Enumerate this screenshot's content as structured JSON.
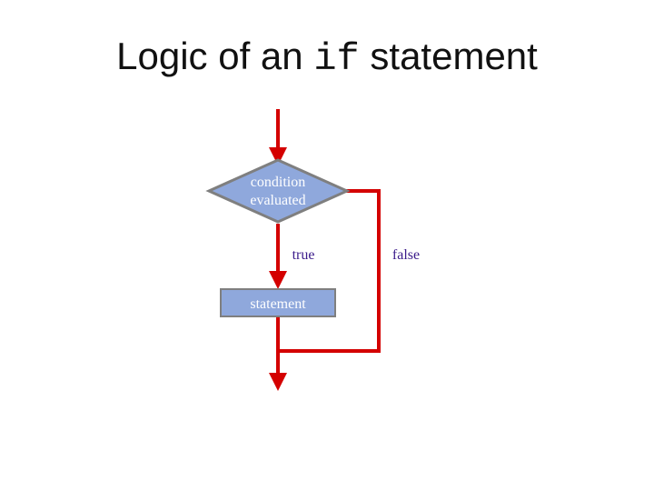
{
  "title": {
    "prefix": "Logic of an",
    "code": "if",
    "suffix": "statement"
  },
  "diagram": {
    "decision": {
      "line1": "condition",
      "line2": "evaluated"
    },
    "process": {
      "label": "statement"
    },
    "edges": {
      "true_label": "true",
      "false_label": "false"
    }
  },
  "colors": {
    "arrow": "#d40000",
    "node_fill": "#8fa8dc",
    "node_stroke": "#7f7f7f",
    "label": "#3a1a8a"
  }
}
